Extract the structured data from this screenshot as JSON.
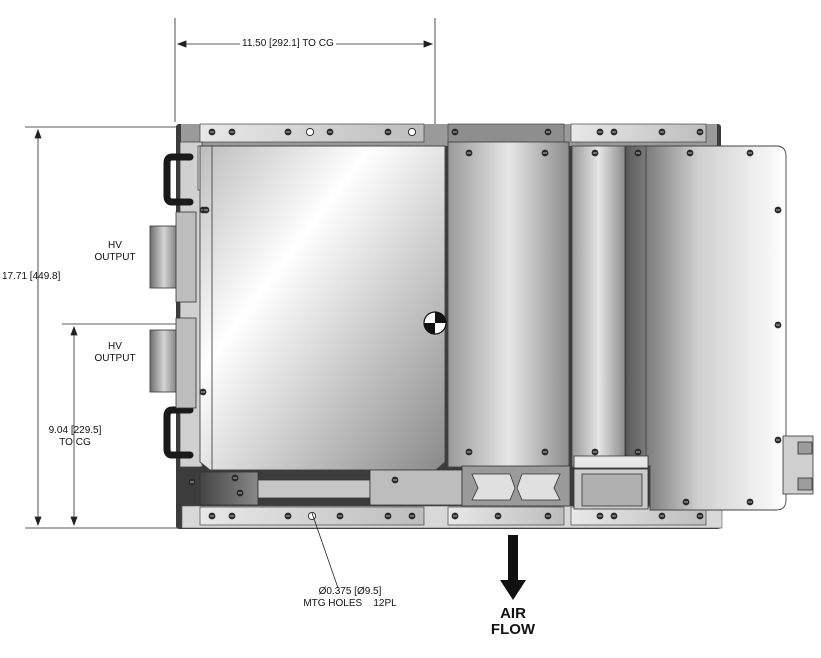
{
  "dimensions": {
    "cg_horizontal": "11.50 [292.1] TO CG",
    "overall_height": "17.71 [449.8]",
    "cg_vertical_line1": "9.04 [229.5]",
    "cg_vertical_line2": "TO CG"
  },
  "labels": {
    "hv_output_top_1": "HV",
    "hv_output_top_2": "OUTPUT",
    "hv_output_bottom_1": "HV",
    "hv_output_bottom_2": "OUTPUT",
    "mtg_holes_1": "Ø0.375 [Ø9.5]",
    "mtg_holes_2": "MTG HOLES    12PL",
    "air_flow_1": "AIR",
    "air_flow_2": "FLOW"
  }
}
